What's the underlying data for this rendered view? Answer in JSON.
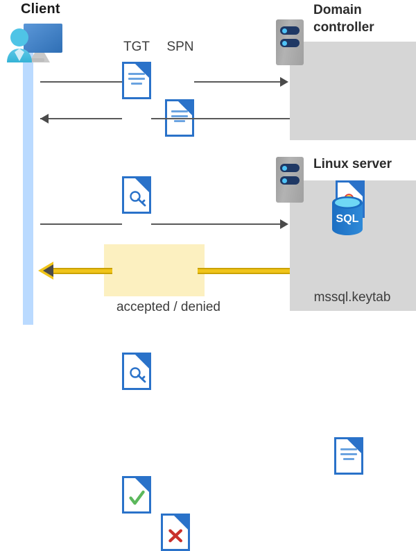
{
  "diagram": {
    "title_client": "Client",
    "title_domain_controller": "Domain\ncontroller",
    "title_domain_controller_line1": "Domain",
    "title_domain_controller_line2": "controller",
    "title_linux_server": "Linux server"
  },
  "labels": {
    "tgt": "TGT",
    "spn": "SPN",
    "result": "accepted / denied",
    "keytab": "mssql.keytab"
  },
  "icons": {
    "client": "client-workstation-icon",
    "server_rack_dc": "server-rack-icon",
    "server_rack_linux": "server-rack-icon",
    "tgt_document": "text-document-icon",
    "spn_document": "text-document-icon",
    "ticket_key_document_1": "key-document-icon",
    "ticket_key_document_2": "key-document-icon",
    "certificate_document": "certificate-document-icon",
    "sql_database": "sql-database-icon",
    "keytab_document": "text-document-icon",
    "accepted_document": "check-document-icon",
    "denied_document": "x-document-icon"
  },
  "colors": {
    "lifeline": "#badaff",
    "zone_background": "#d6d6d6",
    "highlight_band": "#fcf0c0",
    "yellow_arrow": "#f0c419",
    "doc_border": "#2a72c9",
    "line": "#595959",
    "accepted": "#5cb85c",
    "denied": "#c9302c",
    "sql_blue": "#1b6ec2"
  },
  "flows": [
    {
      "name": "tgt-spn-request",
      "direction": "right",
      "from": "Client",
      "to": "Domain controller"
    },
    {
      "name": "ticket-response",
      "direction": "left",
      "from": "Domain controller",
      "to": "Client"
    },
    {
      "name": "ticket-presented",
      "direction": "right",
      "from": "Client",
      "to": "Linux server"
    },
    {
      "name": "auth-result",
      "direction": "left",
      "from": "Linux server",
      "to": "Client"
    }
  ]
}
